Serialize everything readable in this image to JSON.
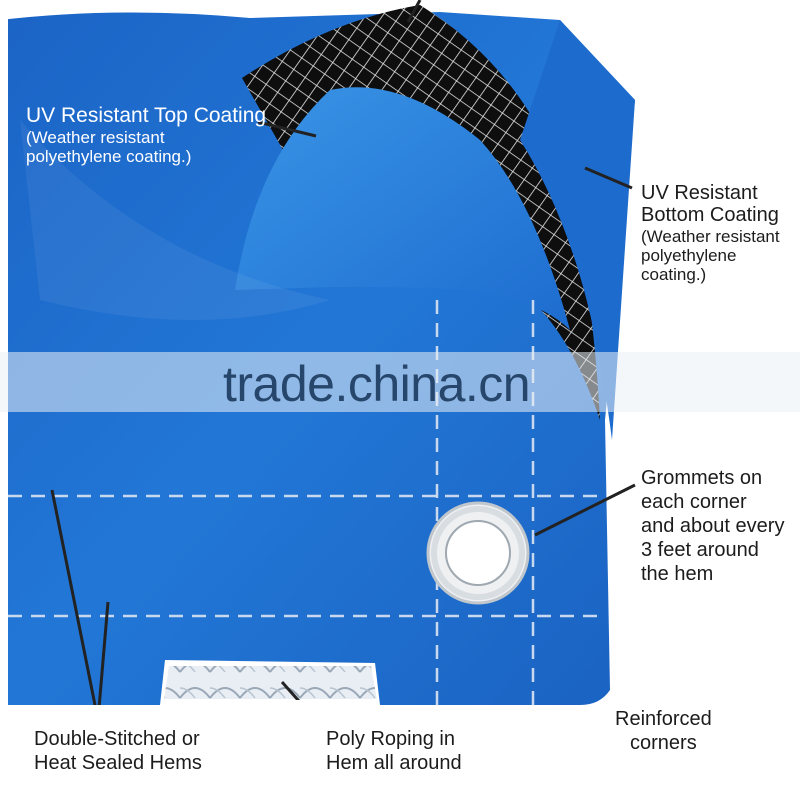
{
  "labels": {
    "top_coating_title": "UV Resistant Top Coating",
    "top_coating_line2": "(Weather resistant",
    "top_coating_line3": "polyethylene coating.)",
    "bottom_coating_line1": "UV Resistant",
    "bottom_coating_line2": "Bottom Coating",
    "bottom_coating_line3": "(Weather resistant",
    "bottom_coating_line4": "polyethylene",
    "bottom_coating_line5": "coating.)",
    "grommets_line1": "Grommets on",
    "grommets_line2": "each corner",
    "grommets_line3": "and about every",
    "grommets_line4": "3 feet around",
    "grommets_line5": "the hem",
    "reinforced_line1": "Reinforced",
    "reinforced_line2": "corners",
    "hems_line1": "Double-Stitched or",
    "hems_line2": "Heat Sealed Hems",
    "roping_line1": "Poly Roping in",
    "roping_line2": "Hem all around"
  },
  "watermark": "trade.china.cn",
  "colors": {
    "tarp_blue": "#1f6fd0",
    "tarp_light": "#2f8ae0",
    "mesh_black": "#111111",
    "leader_line": "#222222",
    "stitch": "#c8d8ee"
  }
}
